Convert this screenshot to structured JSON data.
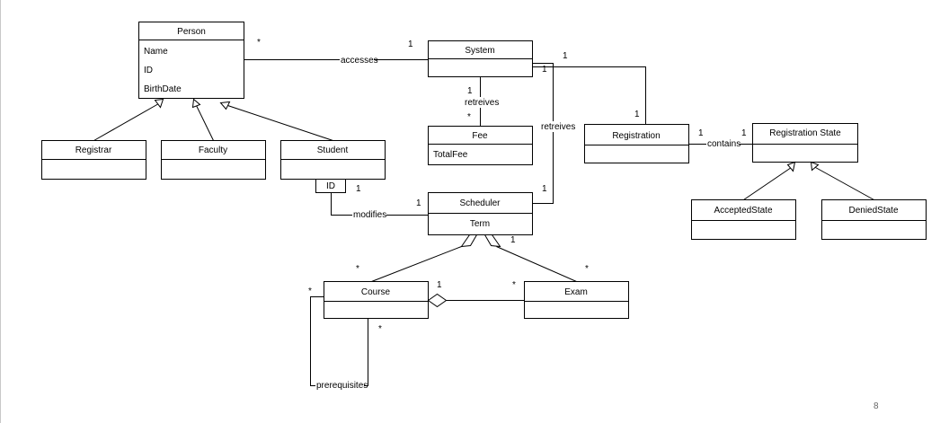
{
  "classes": {
    "person": {
      "name": "Person",
      "attributes": [
        "Name",
        "ID",
        "BirthDate"
      ]
    },
    "system": {
      "name": "System"
    },
    "fee": {
      "name": "Fee",
      "attributes": [
        "TotalFee"
      ]
    },
    "registration": {
      "name": "Registration"
    },
    "registration_state": {
      "name": "Registration State"
    },
    "registrar": {
      "name": "Registrar"
    },
    "faculty": {
      "name": "Faculty"
    },
    "student": {
      "name": "Student"
    },
    "student_qualifier": "ID",
    "scheduler": {
      "name": "Scheduler",
      "attributes": [
        "Term"
      ]
    },
    "accepted_state": {
      "name": "AcceptedState"
    },
    "denied_state": {
      "name": "DeniedState"
    },
    "course": {
      "name": "Course"
    },
    "exam": {
      "name": "Exam"
    }
  },
  "associations": {
    "accesses": "accesses",
    "retreives_fee": "retreives",
    "retreives_scheduler": "retreives",
    "contains": "contains",
    "modifies": "modifies",
    "prerequisites": "prerequisites"
  },
  "multiplicities": {
    "person_accesses": "*",
    "system_accesses": "1",
    "system_fee": "1",
    "fee_system": "*",
    "system_registration": "1",
    "registration_system": "1",
    "system_scheduler": "1",
    "scheduler_system": "1",
    "registration_contains": "1",
    "state_contains": "1",
    "student_modifies": "1",
    "scheduler_modifies": "1",
    "scheduler_exam": "1",
    "exam_scheduler": "*",
    "course_scheduler": "*",
    "course_exam": "1",
    "exam_course": "*",
    "course_prereq_left": "*",
    "course_prereq_bottom": "*"
  },
  "page_number": "8"
}
